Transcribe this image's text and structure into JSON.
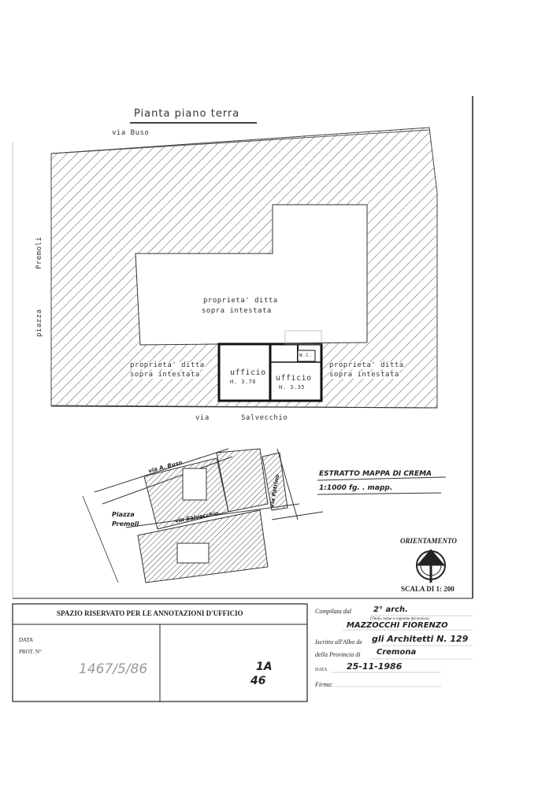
{
  "plan": {
    "title": "Pianta piano terra",
    "street_top": "via Buso",
    "street_bottom_a": "via",
    "street_bottom_b": "Salvecchio",
    "piazza_a": "Premoli",
    "piazza_b": "piazza",
    "property_center_1": "proprieta' ditta",
    "property_center_2": "sopra intestata",
    "property_left_1": "proprieta' ditta",
    "property_left_2": "sopra intestata",
    "property_right_1": "proprieta' ditta",
    "property_right_2": "sopra intestata",
    "office1_label": "ufficio",
    "office1_height": "H. 3.70",
    "office2_label": "ufficio",
    "office2_height": "H. 3.35",
    "wc_label": "W.C."
  },
  "map": {
    "street1": "via A. Buso",
    "street2": "via Salvecchio",
    "street3": "via Patrino",
    "piazza_1": "Piazza",
    "piazza_2": "Premoli",
    "extract_title": "ESTRATTO MAPPA DI CREMA",
    "extract_scale": "1:1000  fg. . mapp.",
    "orientation": "ORIENTAMENTO",
    "scale": "SCALA DI 1: 200"
  },
  "footer": {
    "reserved_title": "SPAZIO RISERVATO PER LE ANNOTAZIONI D'UFFICIO",
    "date_label": "DATA",
    "prot_label": "PROT. N°",
    "prot_number": "1467/5/86",
    "stamp_1": "1A",
    "stamp_2": "46",
    "compiled_label": "Compilata dal",
    "compiled_value": "2° arch.",
    "compiled_note": "(Titolo, nome e cognome del tecnico)",
    "architect_name": "MAZZOCCHI FIORENZO",
    "albo_label": "Iscritto all'Albo de",
    "albo_value": "gli Architetti N. 129",
    "province_label": "della Provincia di",
    "province_value": "Cremona",
    "date2_label": "DATA",
    "date2_value": "25-11-1986",
    "signature_label": "Firma:"
  }
}
